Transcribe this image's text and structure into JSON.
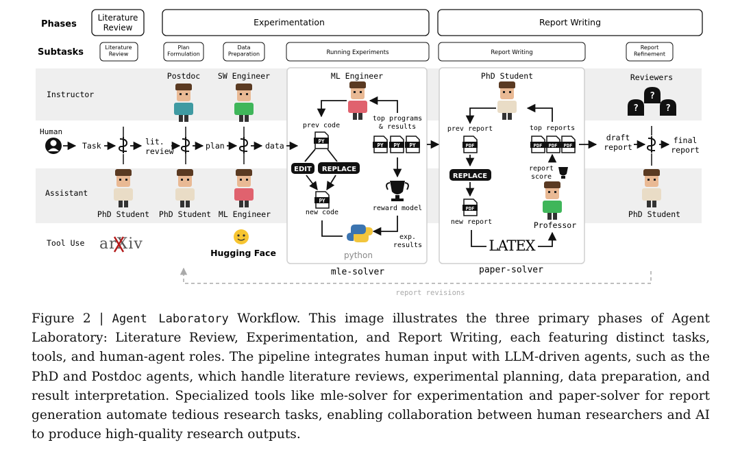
{
  "phases_label": "Phases",
  "subtasks_label": "Subtasks",
  "phases": {
    "literature_review": "Literature\nReview",
    "experimentation": "Experimentation",
    "report_writing": "Report Writing"
  },
  "subtasks": {
    "literature_review": "Literature\nReview",
    "plan_formulation": "Plan\nFormulation",
    "data_preparation": "Data\nPreparation",
    "running_experiments": "Running Experiments",
    "report_writing": "Report Writing",
    "report_refinement": "Report\nRefinement"
  },
  "rows": {
    "instructor": "Instructor",
    "human": "Human",
    "assistant": "Assistant",
    "tool_use": "Tool Use"
  },
  "roles": {
    "postdoc": "Postdoc",
    "sw_engineer": "SW Engineer",
    "ml_engineer_top": "ML Engineer",
    "phd_student_top": "PhD Student",
    "reviewers": "Reviewers",
    "phd_student_1": "PhD Student",
    "phd_student_2": "PhD Student",
    "ml_engineer_bottom": "ML Engineer",
    "professor": "Professor",
    "phd_student_final": "PhD Student"
  },
  "flow": {
    "task": "Task",
    "lit_review": "lit.\nreview",
    "plan": "plan",
    "data": "data",
    "draft_report": "draft\nreport",
    "final_report": "final\nreport"
  },
  "mle": {
    "prev_code": "prev code",
    "top_programs": "top programs\n& results",
    "edit": "EDIT",
    "replace": "REPLACE",
    "new_code": "new code",
    "reward_model": "reward model",
    "exp_results": "exp.\nresults",
    "py": "PY",
    "python": "python",
    "solver": "mle-solver"
  },
  "paper": {
    "prev_report": "prev report",
    "top_reports": "top reports",
    "replace": "REPLACE",
    "report_score": "report\nscore",
    "new_report": "new report",
    "pdf": "PDF",
    "latex": "LATEX",
    "solver": "paper-solver"
  },
  "tools": {
    "arxiv": "arXiv",
    "hugging_face": "Hugging Face"
  },
  "report_revisions": "report revisions",
  "caption": {
    "label": "Figure 2 |",
    "code": "Agent Laboratory",
    "text": "Workflow. This image illustrates the three primary phases of Agent Laboratory: Literature Review, Experimentation, and Report Writing, each featuring distinct tasks, tools, and human-agent roles. The pipeline integrates human input with LLM-driven agents, such as the PhD and Postdoc agents, which handle literature reviews, experimental planning, data preparation, and result interpretation. Specialized tools like mle-solver for experimentation and paper-solver for report generation automate tedious research tasks, enabling collaboration between human researchers and AI to produce high-quality research outputs."
  },
  "colors": {
    "band": "#efefef",
    "skin": "#e9b994",
    "hair": "#5a3a22",
    "teal": "#3f9aa2",
    "green": "#3fb65a",
    "pink": "#e0626e",
    "cream": "#e9dcc6",
    "python_blue": "#3b74b0",
    "python_yellow": "#f2c53d",
    "hf_yellow": "#f7c531",
    "arxiv_red": "#b31b1b"
  }
}
